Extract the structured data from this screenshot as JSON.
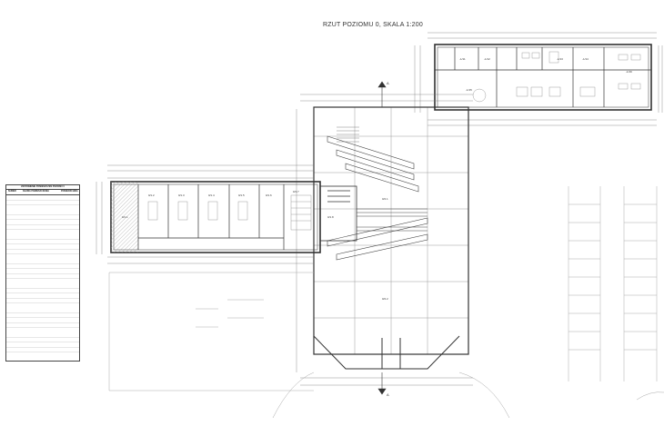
{
  "plan": {
    "title": "RZUT POZIOMU 0, SKALA 1:200",
    "section_markers": [
      "A",
      "A"
    ],
    "room_labels_top": [
      "-1/11",
      "-1/12",
      "-1/13",
      "-1/14",
      "-1/15",
      "-1/16"
    ],
    "room_labels_west": [
      "0/1.1",
      "0/1.2",
      "0/1.3",
      "0/1.4",
      "0/1.5",
      "0/1.6",
      "0/1.7",
      "0/1.8"
    ],
    "room_labels_hall": [
      "0/2.1",
      "0/2.2"
    ]
  },
  "legend": {
    "title": "ZESTAWIENIE POMIESZCZEŃ POZIOMU 0",
    "col_number": "NUMER",
    "col_name": "NAZWA POMIESZCZENIA",
    "col_area": "POWIERZCHNIA"
  },
  "colors": {
    "line": "#333333",
    "light_line": "#9a9a9a",
    "hatch": "#bdbdbd"
  }
}
